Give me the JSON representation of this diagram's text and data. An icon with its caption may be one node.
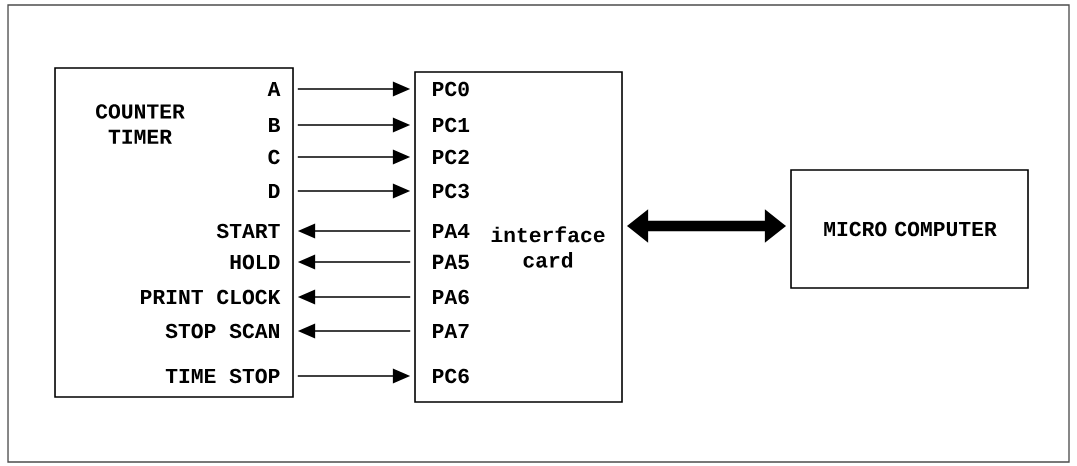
{
  "diagram": {
    "nodes": [
      {
        "text": [
          "COUNTER TIMER",
          "A",
          "B",
          "C",
          "D",
          "START",
          "HOLD",
          "PRINT CLOCK",
          "STOP SCAN",
          "TIME STOP"
        ]
      },
      {
        "text": [
          "PC0",
          "PC1",
          "PC2",
          "PC3",
          "PA4",
          "PA5",
          "PA6",
          "PA7",
          "PC6",
          "interface card"
        ]
      },
      {
        "text": [
          "MICRO COMPUTER"
        ]
      }
    ],
    "edges": [
      {
        "from": 0,
        "to": 1,
        "arrow": "to"
      },
      {
        "from": 0,
        "to": 1,
        "arrow": "to"
      },
      {
        "from": 0,
        "to": 1,
        "arrow": "to"
      },
      {
        "from": 0,
        "to": 1,
        "arrow": "to"
      },
      {
        "from": 1,
        "to": 0,
        "arrow": "to"
      },
      {
        "from": 1,
        "to": 0,
        "arrow": "to"
      },
      {
        "from": 1,
        "to": 0,
        "arrow": "to"
      },
      {
        "from": 1,
        "to": 0,
        "arrow": "to"
      },
      {
        "from": 0,
        "to": 1,
        "arrow": "to"
      },
      {
        "from": 1,
        "to": 2,
        "arrow": "both",
        "style": "thick"
      }
    ]
  }
}
